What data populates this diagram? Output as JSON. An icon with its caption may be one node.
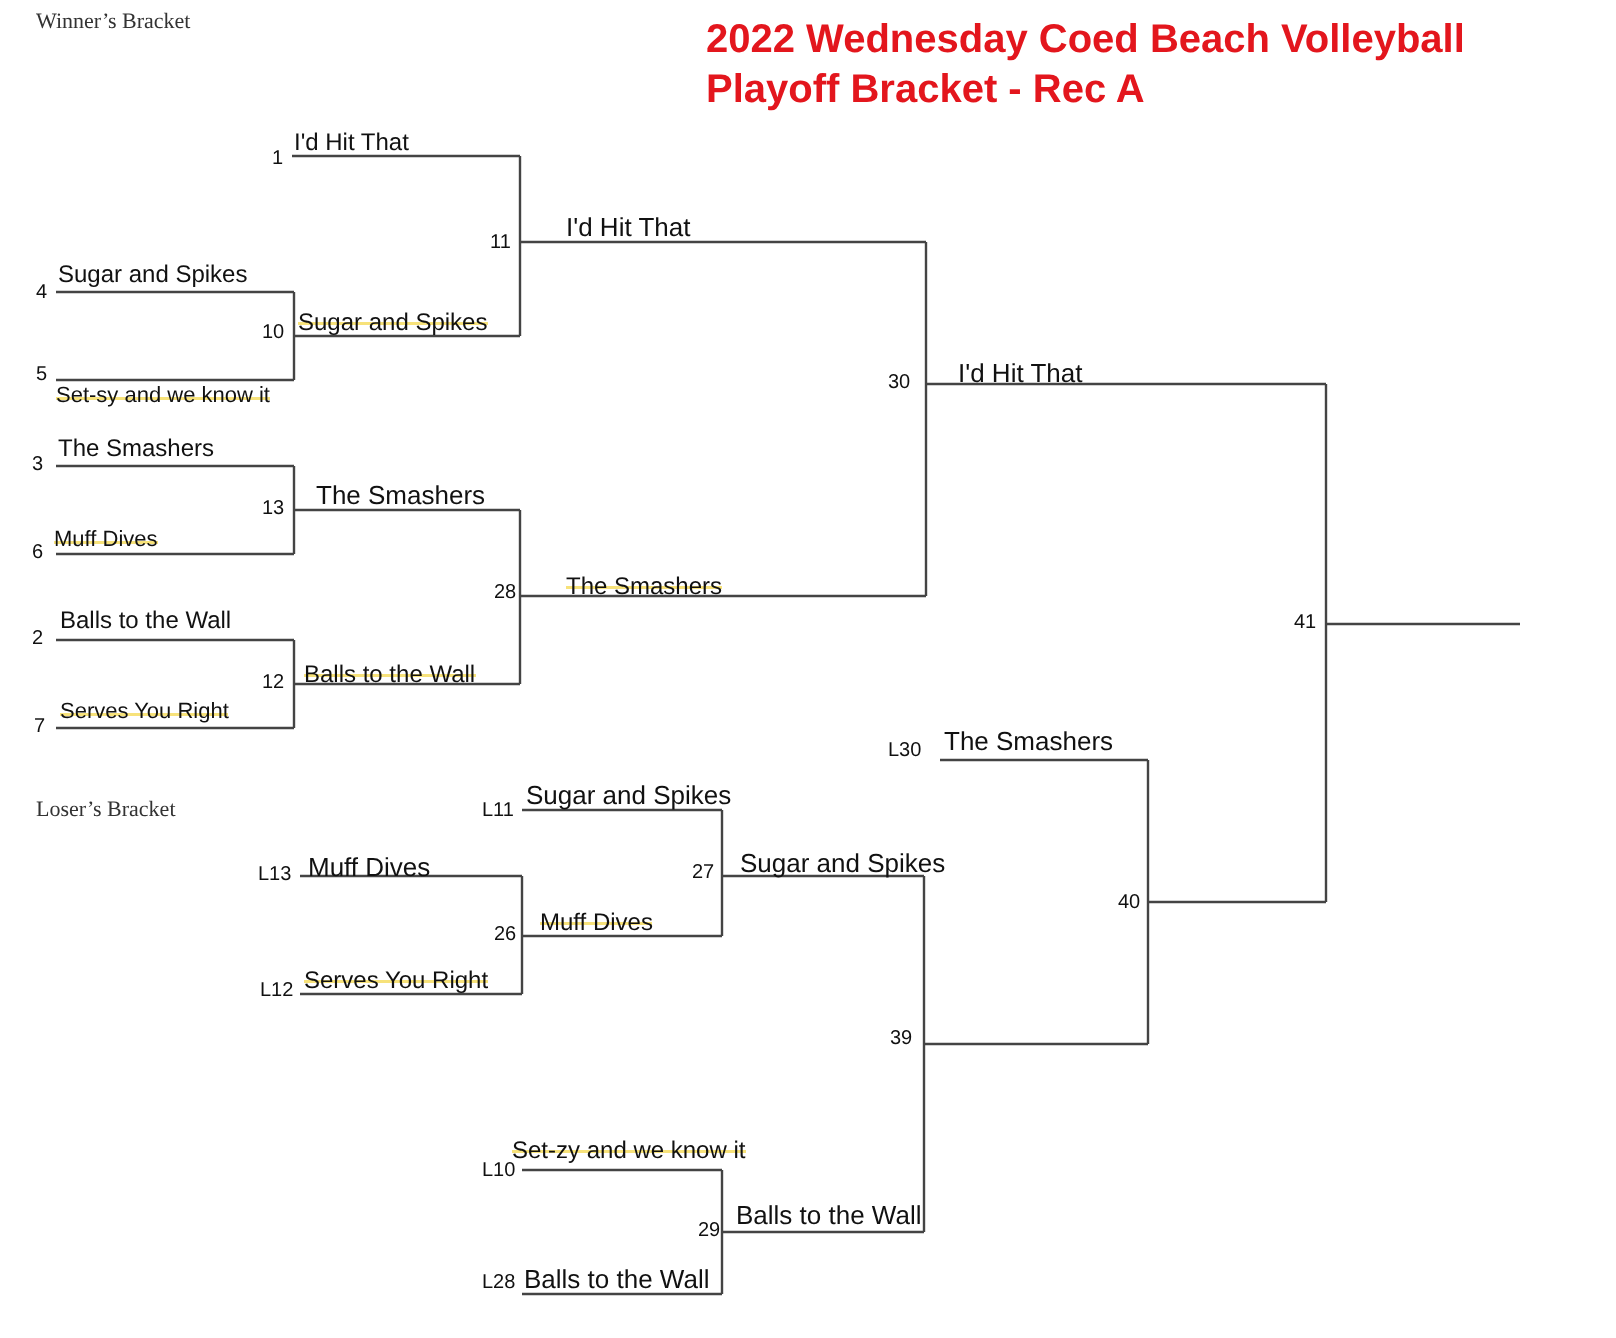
{
  "diagram": {
    "title": "2022 Wednesday Coed Beach Volleyball Playoff Bracket - Rec A",
    "labels": [
      "Winner’s Bracket",
      "I'd Hit That",
      "1",
      "I'd Hit That",
      "11",
      "Sugar and Spikes",
      "4",
      "10",
      "Sugar and Spikes",
      "5",
      "Set-sy and we know it",
      "30",
      "I'd Hit That",
      "The Smashers",
      "3",
      "13",
      "The Smashers",
      "Muff Dives",
      "6",
      "28",
      "The Smashers",
      "Balls to the Wall",
      "2",
      "41",
      "12",
      "Balls to the Wall",
      "Serves You Right",
      "7",
      "L30",
      "The Smashers",
      "Loser’s Bracket",
      "L11",
      "Sugar and Spikes",
      "L13",
      "Muff Dives",
      "27",
      "Sugar and Spikes",
      "40",
      "26",
      "Muff Dives",
      "L12",
      "Serves You Right",
      "39",
      "Set-zy and we know it",
      "L10",
      "29",
      "Balls to the Wall",
      "L28",
      "Balls to the Wall"
    ]
  }
}
